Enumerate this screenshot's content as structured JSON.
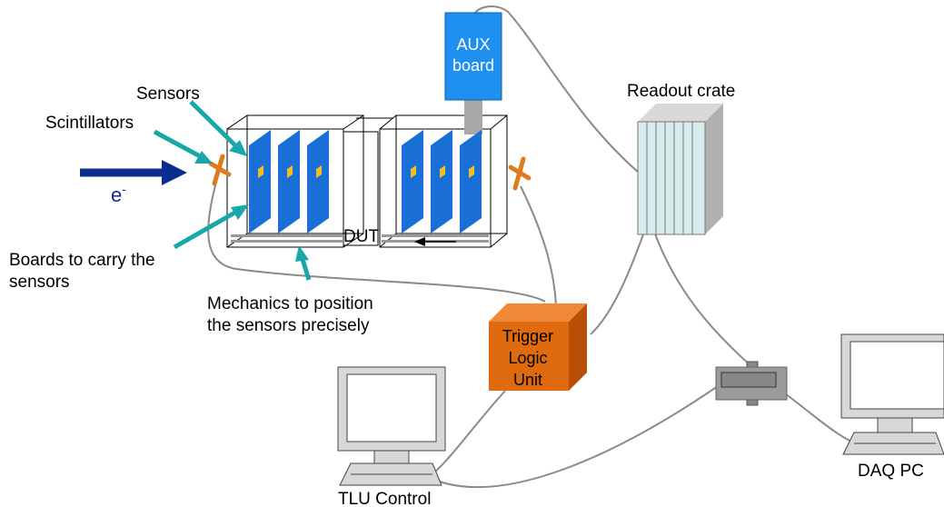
{
  "labels": {
    "sensors": "Sensors",
    "scintillators": "Scintillators",
    "electron": "e",
    "electron_sup": "-",
    "boards_line1": "Boards to carry the",
    "boards_line2": "sensors",
    "mechanics_line1": "Mechanics to position",
    "mechanics_line2": "the sensors precisely",
    "dut": "DUT",
    "aux_line1": "AUX",
    "aux_line2": "board",
    "readout_crate": "Readout crate",
    "tlu_line1": "Trigger",
    "tlu_line2": "Logic",
    "tlu_line3": "Unit",
    "tlu_control": "TLU Control",
    "daq_pc": "DAQ PC"
  },
  "colors": {
    "sensor_blue": "#1a6fd6",
    "aux_blue": "#1f8ff0",
    "tlu_orange": "#e06a10",
    "scintillator_orange": "#e07a1a",
    "arrow_teal": "#18a8a8",
    "beam_navy": "#0b2d8f",
    "chip_yellow": "#f0c020",
    "crate_light": "#d6ecec",
    "cable_gray": "#8a8a8a"
  },
  "icons": {
    "beam": "arrow-right-icon",
    "monitor": "computer-monitor-icon",
    "hub": "network-hub-icon",
    "crate": "rack-crate-icon"
  }
}
